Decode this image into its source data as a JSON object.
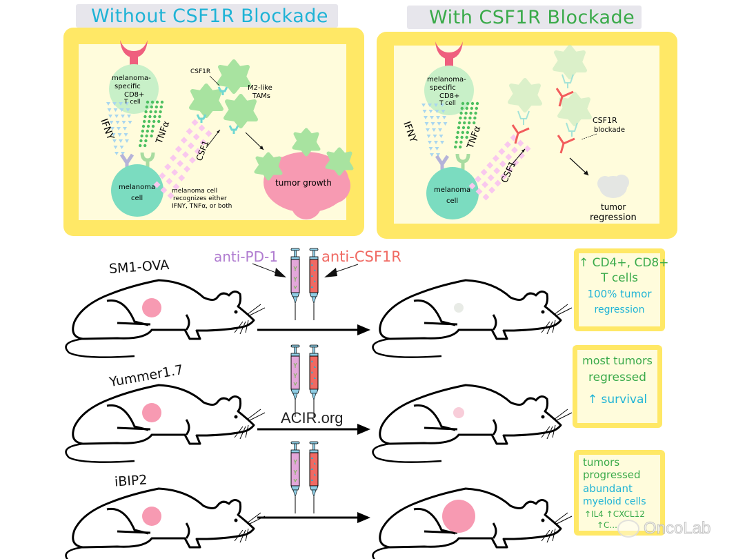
{
  "panels": {
    "without": {
      "title": "Without CSF1R Blockade",
      "title_color": "#1fb3d6",
      "labels": {
        "t_cell": [
          "melanoma-",
          "specific",
          "CD8+",
          "T cell"
        ],
        "ifn": "IFNY",
        "tnf": "TNFα",
        "melanoma_cell": [
          "melanoma",
          "cell"
        ],
        "recognition_note": [
          "melanoma cell",
          "recognizes either",
          "IFNY, TNFα, or both"
        ],
        "csf1": "CSF1",
        "csf1r": "CSF1R",
        "tams": [
          "M2-like",
          "TAMs"
        ],
        "outcome": "tumor growth"
      }
    },
    "with": {
      "title": "With CSF1R Blockade",
      "title_color": "#3aaa4a",
      "labels": {
        "t_cell": [
          "melanoma-",
          "specific",
          "CD8+",
          "T cell"
        ],
        "ifn": "IFNY",
        "tnf": "TNFα",
        "melanoma_cell": [
          "melanoma",
          "cell"
        ],
        "csf1": "CSF1",
        "blockade": [
          "CSF1R",
          "blockade"
        ],
        "outcome": [
          "tumor",
          "regression"
        ]
      }
    }
  },
  "treatments": {
    "anti_pd1": {
      "label": "anti-PD-1",
      "color": "#b07cd0"
    },
    "anti_csf1r": {
      "label": "anti-CSF1R",
      "color": "#f06a63"
    }
  },
  "watermark_site": "ACIR.org",
  "rows": [
    {
      "strain": "SM1-OVA",
      "after_tumor": "tiny",
      "result_lines": [
        {
          "text": "↑ CD4+, CD8+",
          "color": "#3aaa4a"
        },
        {
          "text": "T cells",
          "color": "#3aaa4a"
        },
        {
          "text": "100% tumor",
          "color": "#1fb3d6"
        },
        {
          "text": "regression",
          "color": "#1fb3d6"
        }
      ]
    },
    {
      "strain": "Yummer1.7",
      "after_tumor": "small",
      "result_lines": [
        {
          "text": "most tumors",
          "color": "#3aaa4a"
        },
        {
          "text": "regressed",
          "color": "#3aaa4a"
        },
        {
          "text": "↑ survival",
          "color": "#1fb3d6"
        }
      ]
    },
    {
      "strain": "iBIP2",
      "after_tumor": "large",
      "result_lines": [
        {
          "text": "tumors",
          "color": "#3aaa4a"
        },
        {
          "text": "progressed",
          "color": "#3aaa4a"
        },
        {
          "text": "abundant",
          "color": "#1fb3d6"
        },
        {
          "text": "myeloid cells",
          "color": "#1fb3d6"
        },
        {
          "text": "↑IL4 ↑CXCL12",
          "color": "#3aaa4a"
        },
        {
          "text": "↑C...",
          "color": "#3aaa4a"
        }
      ]
    }
  ],
  "brand_watermark": "OncoLab",
  "colors": {
    "panel_border": "#ffe866",
    "panel_fill": "#fffcdc",
    "t_cell": "#c8f0c8",
    "melanoma_cell": "#7bdcc0",
    "receptor_pink": "#ef5f7e",
    "tam": "#a8e3a0",
    "tumor": "#f79ab2",
    "regressed_tumor": "#e4e6e3",
    "csf1_squares": "#f9c8ee",
    "ifn_triangles": "#a9d6ef",
    "tnf_dots": "#4cbf60"
  }
}
